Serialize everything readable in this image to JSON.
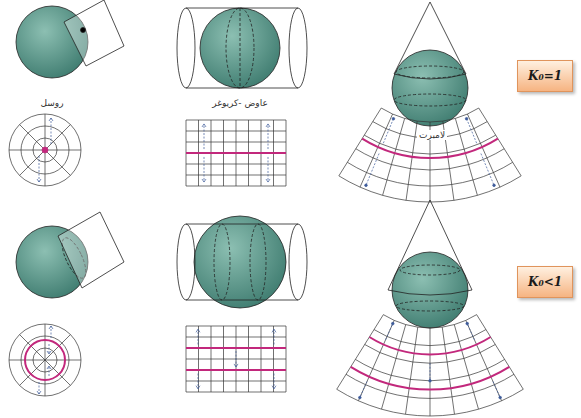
{
  "diagram": {
    "nodes": [
      {
        "text": [
          "K₀=1"
        ]
      },
      {
        "text": [
          "K₀<1"
        ]
      }
    ],
    "labels": [
      "روسل",
      "عاوض -كريوغر",
      "لامبرت"
    ]
  }
}
